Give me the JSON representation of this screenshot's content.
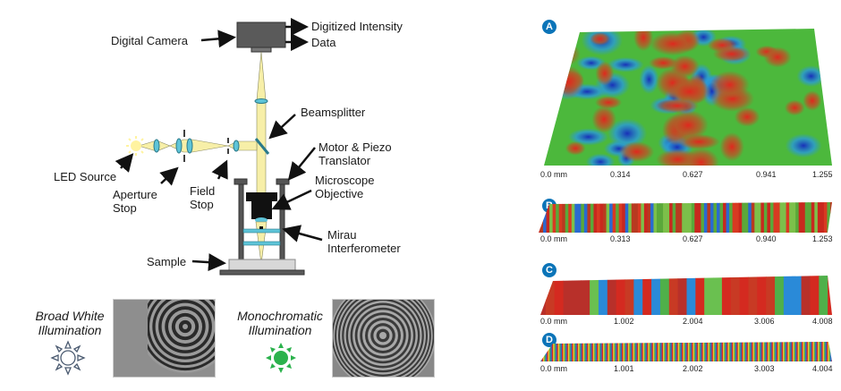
{
  "diagram": {
    "labels": {
      "digital_camera": "Digital Camera",
      "digitized_intensity": "Digitized Intensity",
      "data": "Data",
      "beamsplitter": "Beamsplitter",
      "motor_piezo_1": "Motor & Piezo",
      "motor_piezo_2": "Translator",
      "microscope_1": "Microscope",
      "microscope_2": "Objective",
      "mirau_1": "Mirau",
      "mirau_2": "Interferometer",
      "sample": "Sample",
      "led_source": "LED Source",
      "aperture_1": "Aperture",
      "aperture_2": "Stop",
      "field_1": "Field",
      "field_2": "Stop"
    },
    "colors": {
      "beam": "#f7efa8",
      "lens": "#5ec4d8",
      "hardware": "#555555",
      "objective": "#111111"
    }
  },
  "illumination": {
    "broad": {
      "line1": "Broad White",
      "line2": "Illumination",
      "icon": "sun-outline-icon"
    },
    "mono": {
      "line1": "Monochromatic",
      "line2": "Illumination",
      "icon": "sun-green-icon",
      "color": "#2bb24c"
    }
  },
  "surface_panels": [
    {
      "badge": "A",
      "ticks": [
        "0.0 mm",
        "0.314",
        "0.627",
        "0.941",
        "1.255"
      ]
    },
    {
      "badge": "B",
      "ticks": [
        "0.0 mm",
        "0.313",
        "0.627",
        "0.940",
        "1.253"
      ]
    },
    {
      "badge": "C",
      "ticks": [
        "0.0 mm",
        "1.002",
        "2.004",
        "3.006",
        "4.008"
      ]
    },
    {
      "badge": "D",
      "ticks": [
        "0.0 mm",
        "1.001",
        "2.002",
        "3.003",
        "4.004"
      ]
    }
  ]
}
